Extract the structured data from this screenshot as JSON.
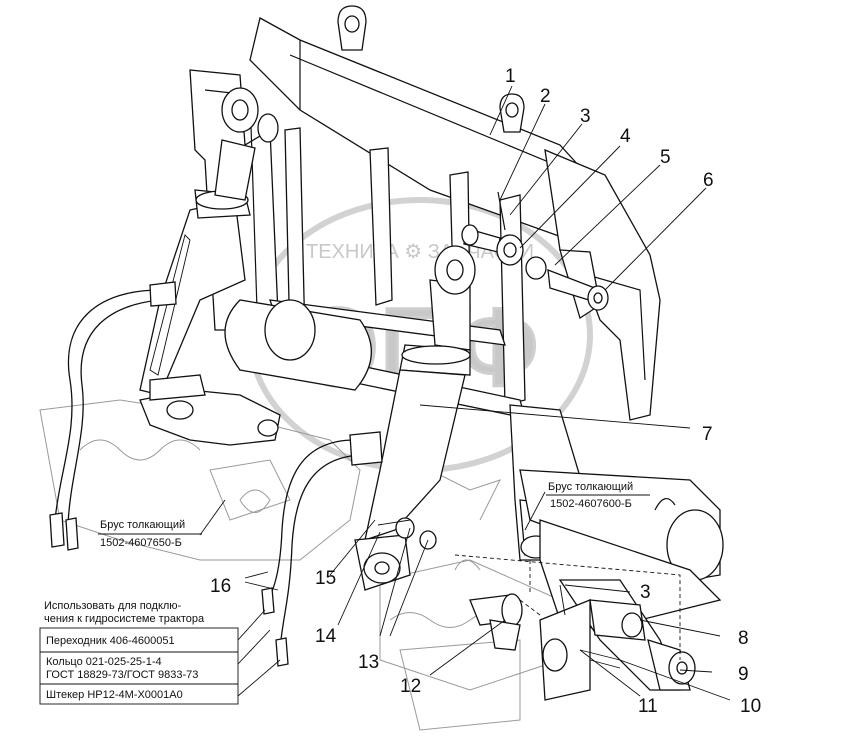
{
  "watermark": {
    "brand_line": "ТЕХНИКА ⚙ ЗАПЧАСТИ",
    "logo_letters": "ЭПФ"
  },
  "callouts": [
    {
      "id": "1",
      "label": "1"
    },
    {
      "id": "2",
      "label": "2"
    },
    {
      "id": "3a",
      "label": "3"
    },
    {
      "id": "4",
      "label": "4"
    },
    {
      "id": "5",
      "label": "5"
    },
    {
      "id": "6",
      "label": "6"
    },
    {
      "id": "7",
      "label": "7"
    },
    {
      "id": "3b",
      "label": "3"
    },
    {
      "id": "8",
      "label": "8"
    },
    {
      "id": "9",
      "label": "9"
    },
    {
      "id": "10",
      "label": "10"
    },
    {
      "id": "11",
      "label": "11"
    },
    {
      "id": "12",
      "label": "12"
    },
    {
      "id": "13",
      "label": "13"
    },
    {
      "id": "14",
      "label": "14"
    },
    {
      "id": "15",
      "label": "15"
    },
    {
      "id": "16",
      "label": "16"
    }
  ],
  "captions": {
    "brus_left_title": "Брус толкающий",
    "brus_left_code": "1502-4607650-Б",
    "brus_right_title": "Брус толкающий",
    "brus_right_code": "1502-4607600-Б"
  },
  "note": {
    "line1": "Использовать для подклю-",
    "line2": "чения к гидросистеме трактора",
    "items": [
      "Переходник 406-4600051",
      "Кольцо 021-025-25-1-4",
      "ГОСТ 18829-73/ГОСТ 9833-73",
      "Штекер НР12-4М-Х0001А0"
    ]
  }
}
